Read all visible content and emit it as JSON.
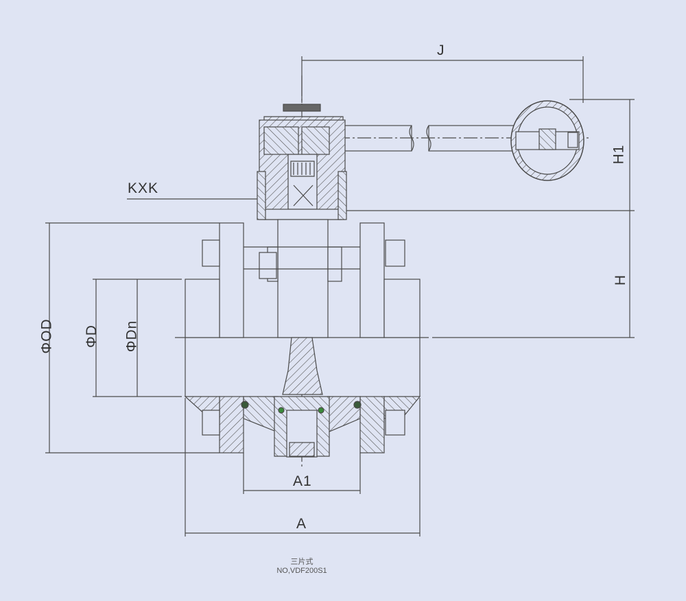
{
  "drawing": {
    "dimensions": {
      "J": "J",
      "H1": "H1",
      "H": "H",
      "KXK": "KXK",
      "OD": "ΦOD",
      "D": "ΦD",
      "Dn": "ΦDn",
      "A1": "A1",
      "A": "A"
    },
    "caption": {
      "type": "三片式",
      "model": "NO,VDF200S1"
    },
    "colors": {
      "background": "#dfe4f3",
      "line": "#4a4a4a",
      "seal": "#3a8a3a"
    }
  }
}
